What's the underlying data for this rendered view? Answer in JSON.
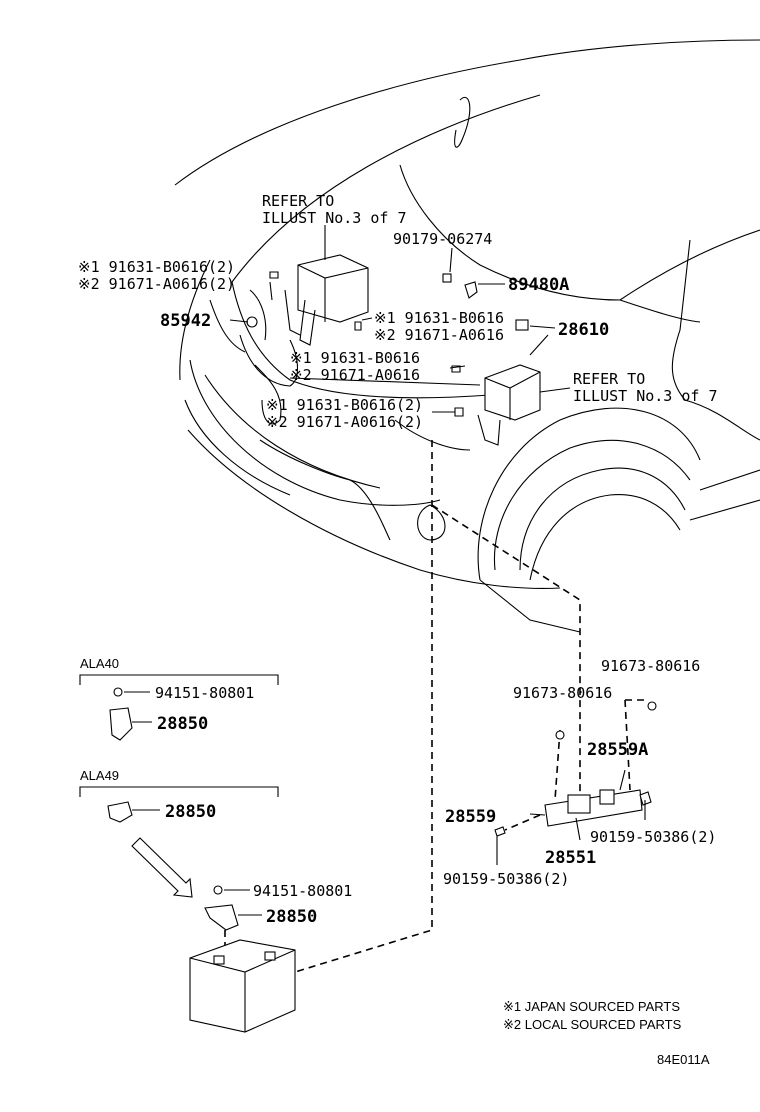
{
  "refer1": [
    "REFER TO",
    "ILLUST No.3 of 7"
  ],
  "refer2": [
    "REFER TO",
    "ILLUST No.3 of 7"
  ],
  "labels": {
    "p90179": "90179-06274",
    "p89480A": "89480A",
    "p85942": "85942",
    "p28610": "28610",
    "tl1": "※1 91631-B0616(2)",
    "tl2": "※2 91671-A0616(2)",
    "m1": "※1 91631-B0616",
    "m2": "※2 91671-A0616",
    "c1": "※1 91631-B0616",
    "c2": "※2 91671-A0616",
    "b1": "※1 91631-B0616(2)",
    "b2": "※2 91671-A0616(2)",
    "r91673a": "91673-80616",
    "r91673b": "91673-80616",
    "r28559A": "28559A",
    "r28559": "28559",
    "r28551": "28551",
    "r90159a": "90159-50386(2)",
    "r90159b": "90159-50386(2)",
    "g1": "ALA40",
    "g1nut": "94151-80801",
    "g1clamp": "28850",
    "g2": "ALA49",
    "g2clamp": "28850",
    "g2nut": "94151-80801",
    "g2clamp2": "28850"
  },
  "notes": [
    "※1 JAPAN SOURCED PARTS",
    "※2 LOCAL SOURCED PARTS"
  ],
  "code": "84E011A"
}
